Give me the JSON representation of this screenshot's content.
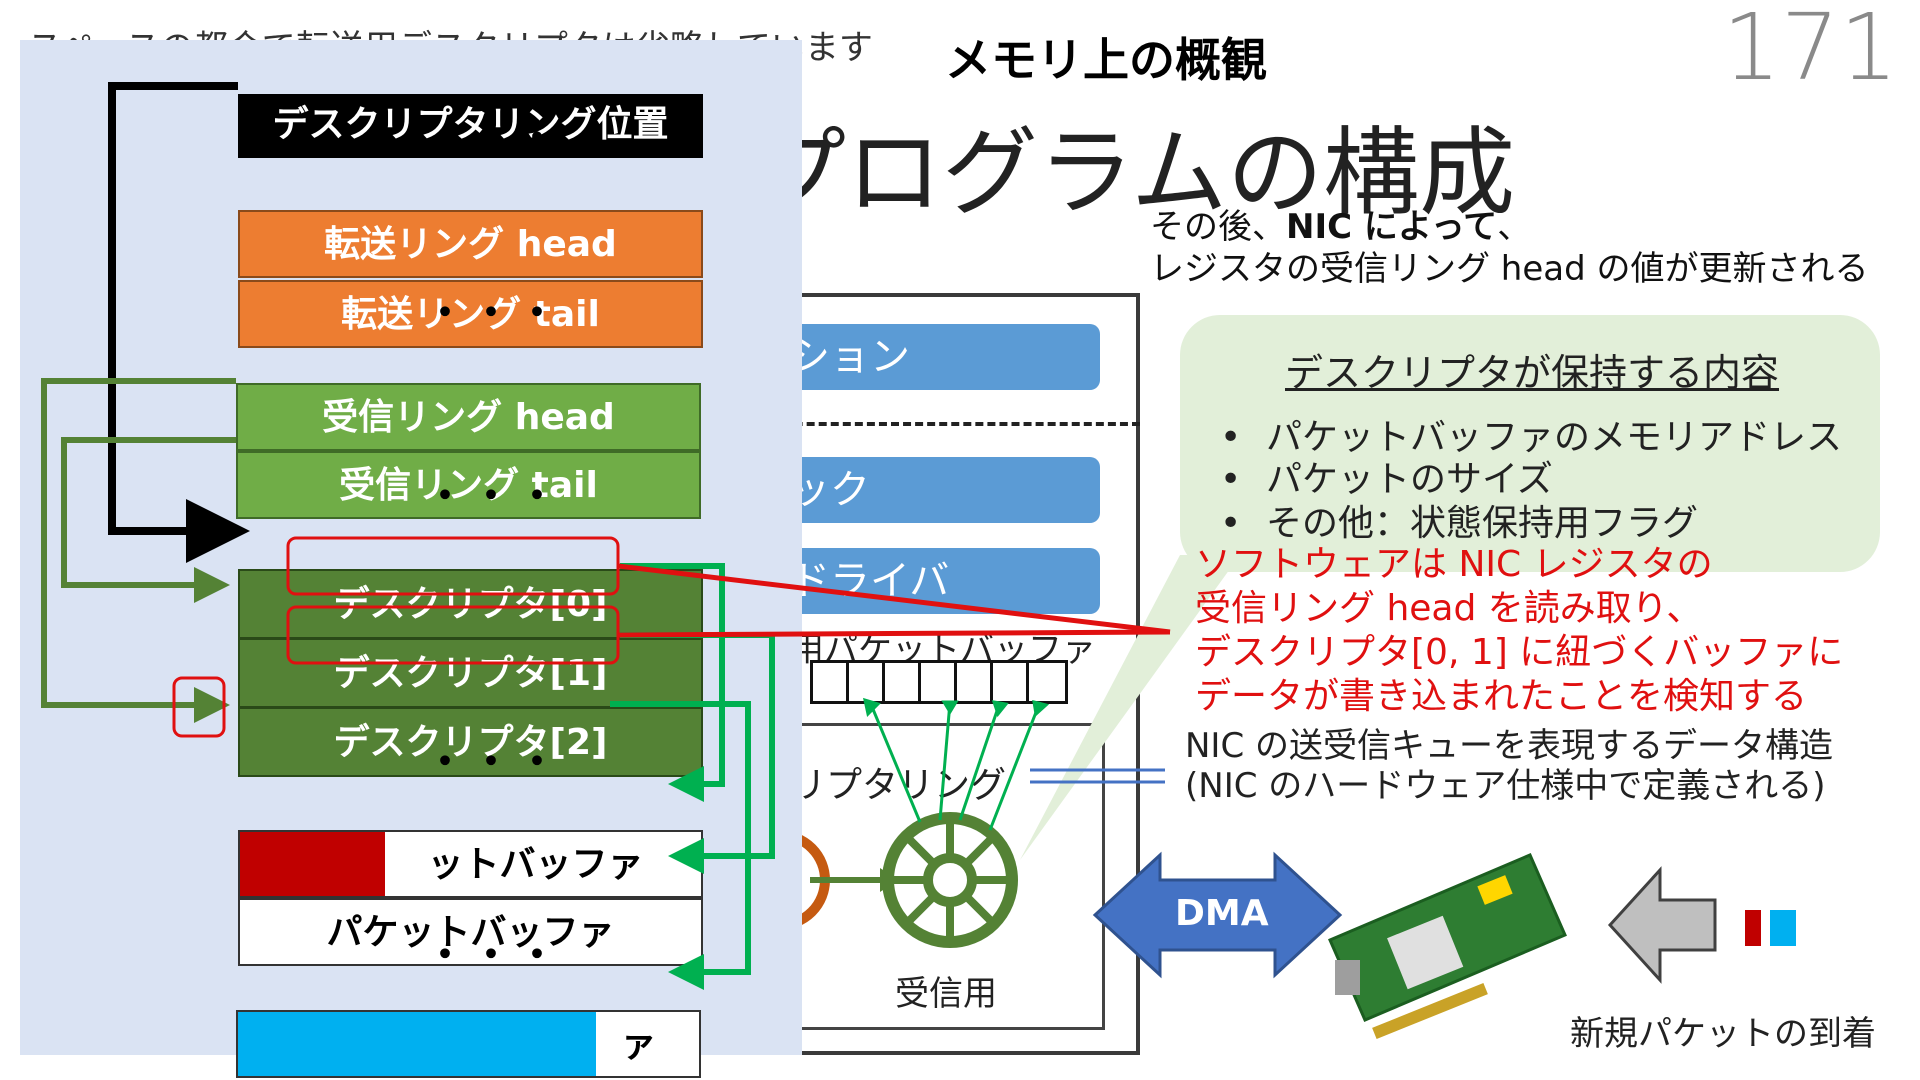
{
  "header": {
    "note": "スペースの都合で転送用デスクリプタは省略しています",
    "heading": "メモリ上の概観",
    "page_number": "171",
    "title": "プログラムの構成"
  },
  "after_text": {
    "line1_prefix": "その後、",
    "line1_bold": "NIC によって",
    "line1_suffix": "、",
    "line2": "レジスタの受信リング head の値が更新される"
  },
  "memory": {
    "ring_position": "デスクリプタリング位置",
    "tx_head": "転送リング head",
    "tx_tail": "転送リング tail",
    "rx_head": "受信リング head",
    "rx_tail": "受信リング tail",
    "descriptors": [
      "デスクリプタ[0]",
      "デスクリプタ[1]",
      "デスクリプタ[2]"
    ],
    "buffers": [
      "ットバッファ",
      "パケットバッファ",
      "ァ"
    ],
    "ellipsis": "・・・"
  },
  "architecture": {
    "layer_app": "ション",
    "layer_stack": "ック",
    "layer_driver": "ドライバ",
    "packet_buffer_label": "用パケットバッファ",
    "ring_label": "リプタリング",
    "rx_label": "受信用",
    "dma": "DMA"
  },
  "info_box": {
    "title": "デスクリプタが保持する内容",
    "bullet": "•",
    "items": [
      "パケットバッファのメモリアドレス",
      "パケットのサイズ",
      "その他：状態保持用フラグ"
    ]
  },
  "red_note": {
    "lines": [
      "ソフトウェアは NIC レジスタの",
      "受信リング head を読み取り、",
      "デスクリプタ[0, 1] に紐づくバッファに",
      "データが書き込まれたことを検知する"
    ]
  },
  "nic_desc": {
    "line1": "NIC の送受信キューを表現するデータ構造",
    "line2": "(NIC のハードウェア仕様中で定義される)"
  },
  "arrival_label": "新規パケットの到着",
  "colors": {
    "orange": "#ed7d31",
    "green": "#70ad47",
    "dark_green": "#548235",
    "bright_green": "#00b050",
    "red": "#e01010",
    "blue": "#5b9bd5",
    "cyan": "#00b0f0",
    "dark_red": "#c00000",
    "panel": "#dae3f3",
    "info_bg": "#e2efd9"
  }
}
